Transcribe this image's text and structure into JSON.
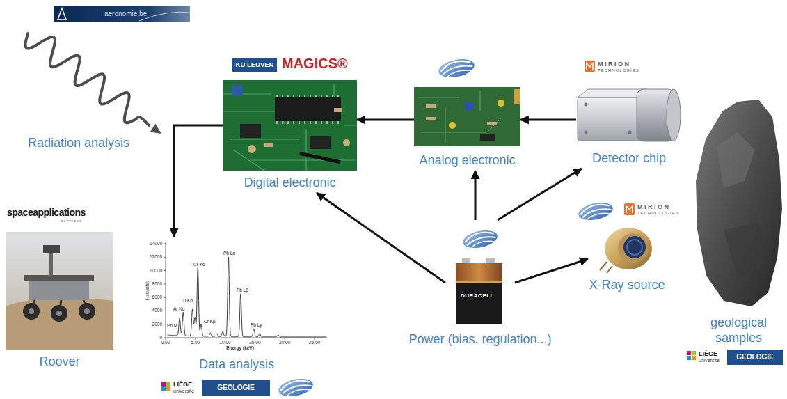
{
  "diagram": {
    "nodes": [
      {
        "text": [
          "Digital electronic"
        ]
      },
      {
        "text": [
          "Analog electronic"
        ]
      },
      {
        "text": [
          "Detector chip"
        ]
      },
      {
        "text": [
          "geological samples"
        ]
      },
      {
        "text": [
          "Roover"
        ]
      },
      {
        "text": [
          "Data analysis"
        ]
      },
      {
        "text": [
          "Power (bias, regulation...)"
        ]
      },
      {
        "text": [
          "X-Ray source"
        ]
      }
    ],
    "edges": [
      {
        "from": 0,
        "to": 5,
        "arrow": "to"
      },
      {
        "from": 1,
        "to": 0,
        "arrow": "to"
      },
      {
        "from": 2,
        "to": 1,
        "arrow": "to"
      },
      {
        "from": 6,
        "to": 1,
        "arrow": "to"
      },
      {
        "from": 6,
        "to": 2,
        "arrow": "to"
      },
      {
        "from": 6,
        "to": 0,
        "arrow": "to"
      },
      {
        "from": 6,
        "to": 7,
        "arrow": "to"
      }
    ],
    "labels": [
      "Radiation analysis",
      "aeronomie.be",
      "KU LEUVEN",
      "MAGICS®",
      "MIRION",
      "TECHNOLOGIES",
      "MIRION",
      "TECHNOLOGIES",
      "spaceapplications",
      "services",
      "LIÈGE",
      "université",
      "GEOLOGIE",
      "LIÈGE",
      "université",
      "GEOLOGIE",
      "DURACELL",
      "14000",
      "12000",
      "10000",
      "8000",
      "6000",
      "4000",
      "2000",
      "0",
      "0.00",
      "5.00",
      "10.00",
      "15.00",
      "20.00",
      "25.00",
      "I (counts)",
      "Energy (keV)",
      "Pb M",
      "Ar Kα",
      "Ti Kα",
      "Cr Kα",
      "Cr Kβ",
      "Pb Lα",
      "Pb Lβ",
      "Pb Lγ"
    ]
  }
}
